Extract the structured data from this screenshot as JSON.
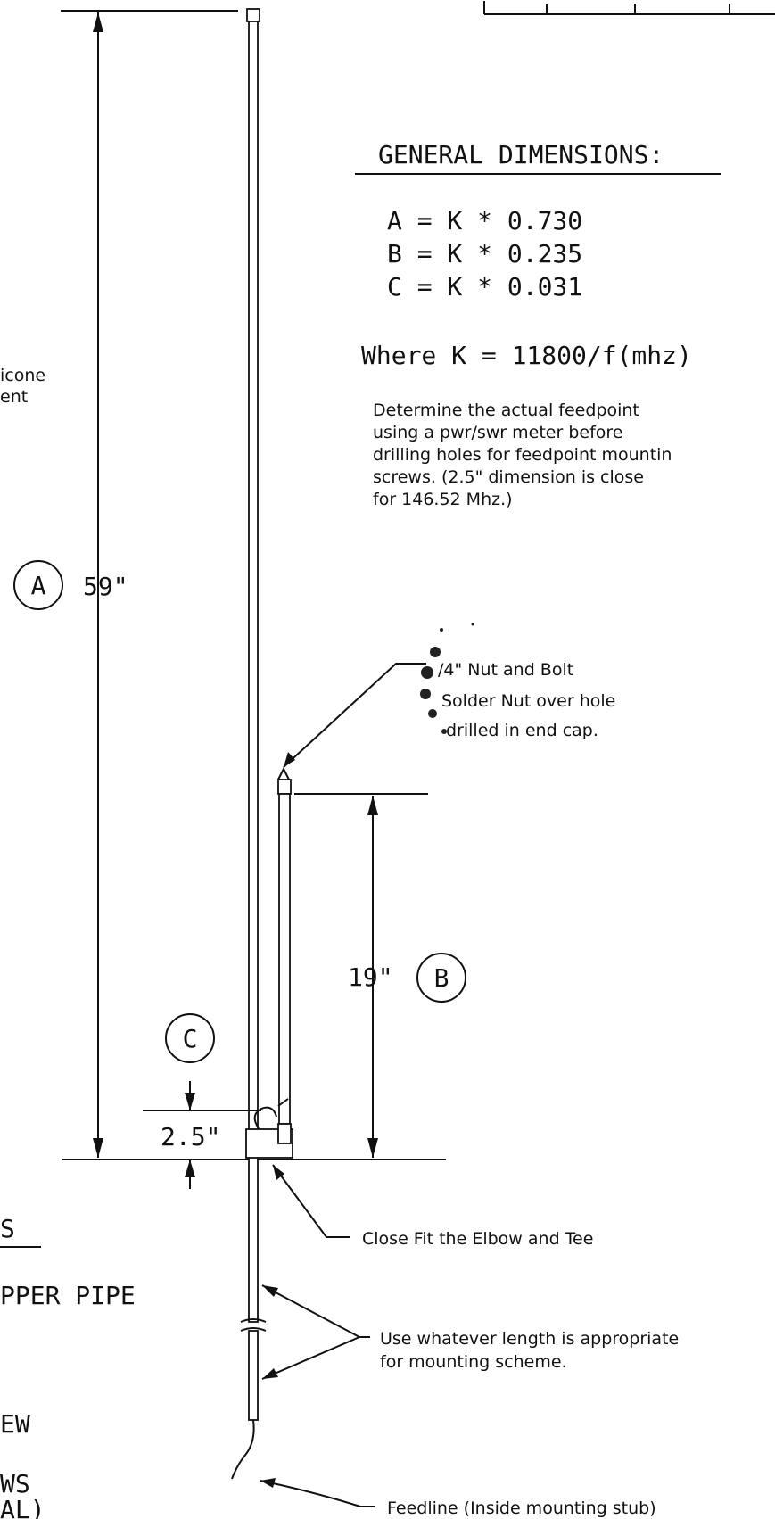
{
  "general_dimensions": {
    "heading": "GENERAL DIMENSIONS:",
    "formulas": [
      "A = K * 0.730",
      "B = K * 0.235",
      "C = K * 0.031"
    ],
    "k_definition": "Where K = 11800/f(mhz)",
    "feedpoint_note": [
      "Determine the actual feedpoint",
      "using a pwr/swr meter before",
      "drilling holes for feedpoint mountin",
      "screws.  (2.5\" dimension is close",
      "for 146.52 Mhz.)"
    ]
  },
  "left_fragment": {
    "lines": [
      "icone",
      "ent"
    ]
  },
  "dimension_a": {
    "label": "A",
    "value": "59\""
  },
  "dimension_b": {
    "label": "B",
    "value": "19\""
  },
  "dimension_c": {
    "label": "C",
    "value": "2.5\""
  },
  "callouts": {
    "nut_bolt": [
      "/4\" Nut and Bolt",
      "Solder Nut over hole",
      "drilled in end cap."
    ],
    "elbow_tee": "Close Fit the Elbow and Tee",
    "mounting": [
      "Use whatever length is appropriate",
      "for mounting scheme."
    ],
    "feedline": "Feedline (Inside mounting stub)"
  },
  "materials_fragment": [
    "S",
    "PPER PIPE",
    "EW",
    "WS",
    "AL)"
  ]
}
